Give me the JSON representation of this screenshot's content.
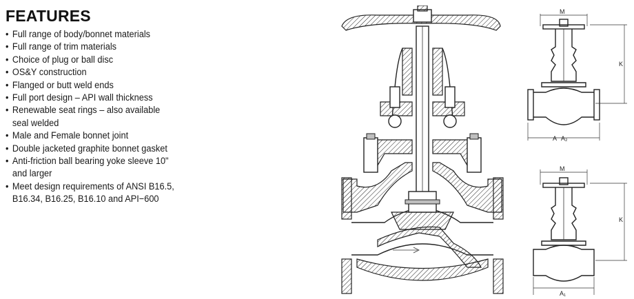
{
  "features": {
    "title": "FEATURES",
    "items": [
      {
        "line1": "Full range of body/bonnet materials",
        "line2": ""
      },
      {
        "line1": "Full range of trim materials",
        "line2": ""
      },
      {
        "line1": "Choice of plug or ball disc",
        "line2": ""
      },
      {
        "line1": "OS&Y construction",
        "line2": ""
      },
      {
        "line1": "Flanged or butt weld ends",
        "line2": ""
      },
      {
        "line1": "Full port design – API wall thickness",
        "line2": ""
      },
      {
        "line1": "Renewable seat rings – also available",
        "line2": "seal welded"
      },
      {
        "line1": "Male and Female bonnet joint",
        "line2": ""
      },
      {
        "line1": "Double jacketed graphite bonnet gasket",
        "line2": ""
      },
      {
        "line1": "Anti-friction ball bearing yoke sleeve 10\"",
        "line2": "and larger"
      },
      {
        "line1": "Meet design requirements of ANSI B16.5,",
        "line2": "B16.34,  B16.25,  B16.10 and API−600"
      }
    ]
  },
  "diagrams": {
    "flanged": {
      "m_label": "M",
      "k_label": "K",
      "a_label": "A",
      "a2_label": "A₂"
    },
    "weld": {
      "m_label": "M",
      "k_label": "K",
      "a1_label": "A₁"
    }
  }
}
